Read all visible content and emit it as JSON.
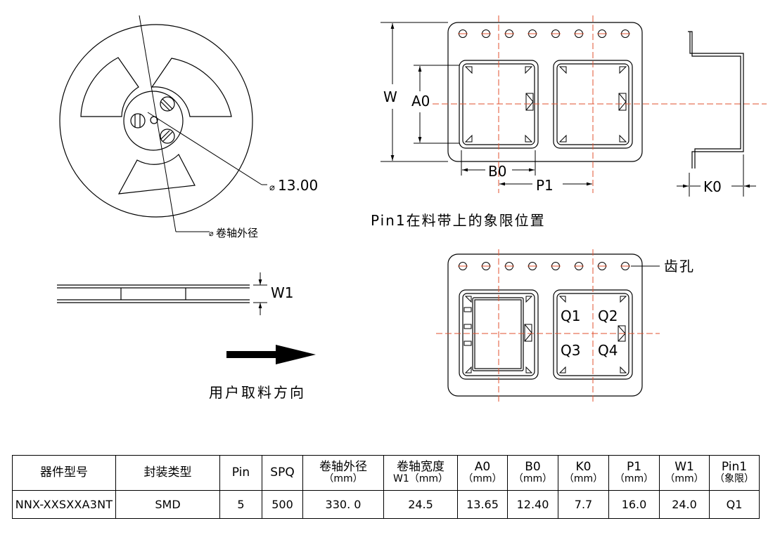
{
  "reel": {
    "hub_dia_label": "13.00",
    "outer_dia_label": "卷轴外径",
    "w1_label": "W1",
    "direction_label": "用户取料方向"
  },
  "tape": {
    "w_label": "W",
    "a0_label": "A0",
    "b0_label": "B0",
    "p1_label": "P1",
    "k0_label": "K0",
    "pin1_title": "Pin1在料带上的象限位置",
    "sprocket_label": "齿孔",
    "quadrants": [
      "Q1",
      "Q2",
      "Q3",
      "Q4"
    ]
  },
  "table": {
    "headers": [
      {
        "main": "器件型号",
        "sub": ""
      },
      {
        "main": "封装类型",
        "sub": ""
      },
      {
        "main": "Pin",
        "sub": ""
      },
      {
        "main": "SPQ",
        "sub": ""
      },
      {
        "main": "卷轴外径",
        "sub": "（mm）"
      },
      {
        "main": "卷轴宽度",
        "sub": "W1（mm）"
      },
      {
        "main": "A0",
        "sub": "（mm）"
      },
      {
        "main": "B0",
        "sub": "（mm）"
      },
      {
        "main": "K0",
        "sub": "（mm）"
      },
      {
        "main": "P1",
        "sub": "（mm）"
      },
      {
        "main": "W1",
        "sub": "（mm）"
      },
      {
        "main": "Pin1",
        "sub": "（象限）"
      }
    ],
    "row": [
      "NNX-XXSXXA3NT",
      "SMD",
      "5",
      "500",
      "330. 0",
      "24.5",
      "13.65",
      "12.40",
      "7.7",
      "16.0",
      "24.0",
      "Q1"
    ]
  }
}
